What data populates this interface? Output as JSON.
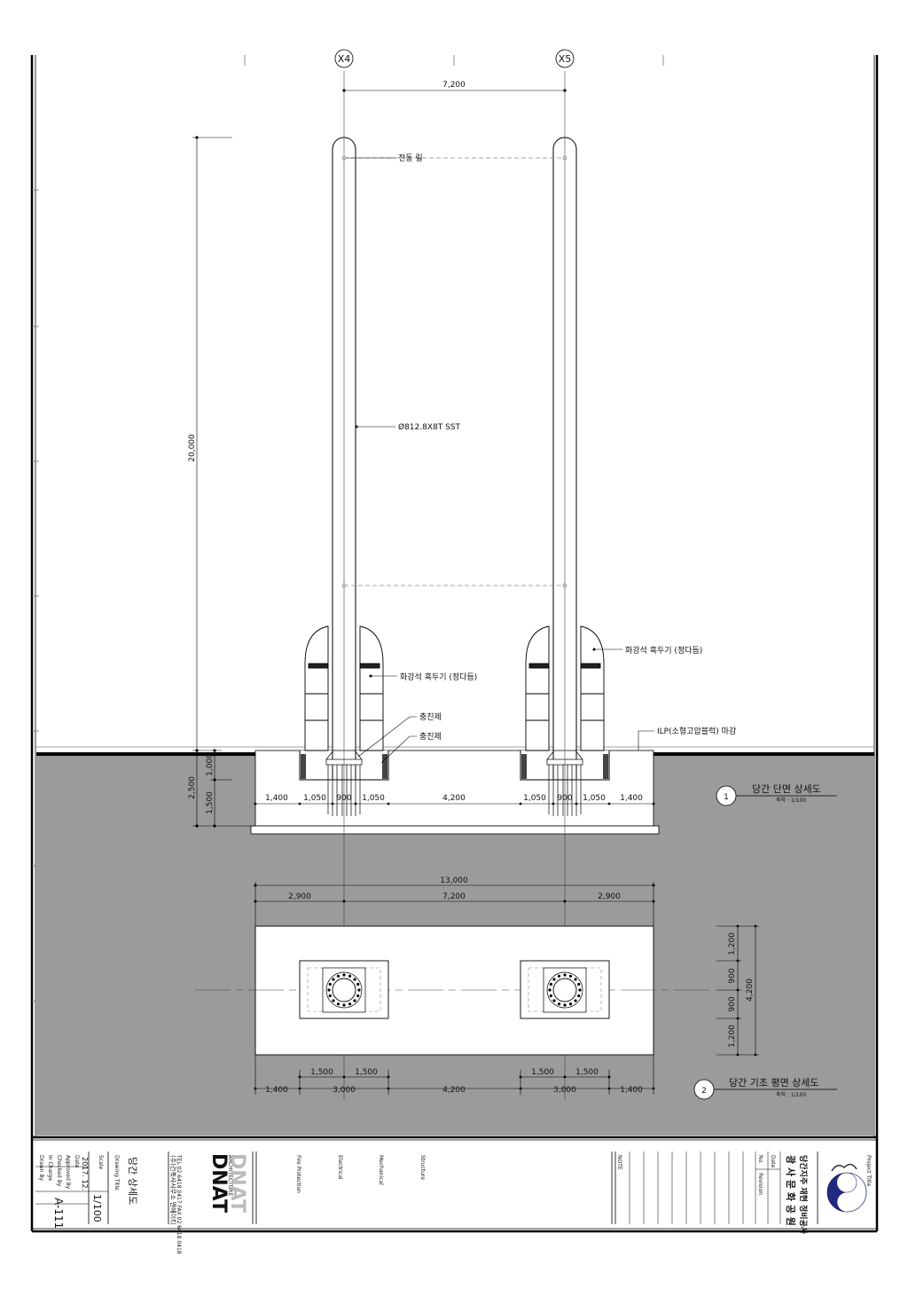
{
  "grid": {
    "left": "X4",
    "right": "X5",
    "top_span": "7,200"
  },
  "section": {
    "height_dim": "20,000",
    "foot_total": "2,500",
    "foot_upper": "1,000",
    "foot_lower": "1,500",
    "bottom_dims": [
      "1,400",
      "1,050",
      "900",
      "1,050",
      "4,200",
      "1,050",
      "900",
      "1,050",
      "1,400"
    ],
    "labels": {
      "top_ring": "전동 릴",
      "pipe": "Ø812.8X8T SST",
      "granite_left": "화강석 흑두기 (정다듬)",
      "granite_right": "화강석 흑두기 (정다듬)",
      "filler1": "충진제",
      "filler2": "충진제",
      "ilp": "ILP(소형고압블럭) 마감"
    },
    "title_no": "1",
    "title": "당간 단면 상세도",
    "scale": "축척 : 1/100"
  },
  "plan": {
    "overall": "13,000",
    "top_dims": [
      "2,900",
      "7,200",
      "2,900"
    ],
    "right_dims": [
      "1,200",
      "900",
      "900",
      "1,200"
    ],
    "right_total": "4,200",
    "bottom_row1": [
      "1,500",
      "1,500",
      "1,500",
      "1,500"
    ],
    "bottom_row2": [
      "1,400",
      "3,000",
      "4,200",
      "3,000",
      "1,400"
    ],
    "title_no": "2",
    "title": "당간 기초 평면 상세도",
    "scale": "축척 : 1/100"
  },
  "title_block": {
    "sheet_no": "A-111",
    "scale_label": "Scale",
    "scale_value": "1/100",
    "date_label": "Date",
    "date_value": "2017. 12.",
    "approved": "Approved By",
    "checked": "Checked By",
    "in_charge": "In Charge",
    "drawn": "Drawn By",
    "drawing_title_label": "Drawing Title",
    "drawing_title": "당간 상세도",
    "company": "(주)건축사사무소 엔에이티",
    "company_tel": "TEL 02 6418 0417 FAX 02 6418 0418",
    "logo_small": "ARCHITECTURE",
    "logo": "DNAT",
    "fire": "Fire Protection",
    "electrical": "Electrical",
    "mechanical": "Mechanical",
    "structure": "Structure",
    "note": "NOTE",
    "rev_no": "No.",
    "rev_date": "Date",
    "rev_label": "Revision",
    "project_label": "Project Title",
    "project_line1": "광 사 문 화 공 원",
    "project_line2": "당간지주 재현 정비공사"
  }
}
